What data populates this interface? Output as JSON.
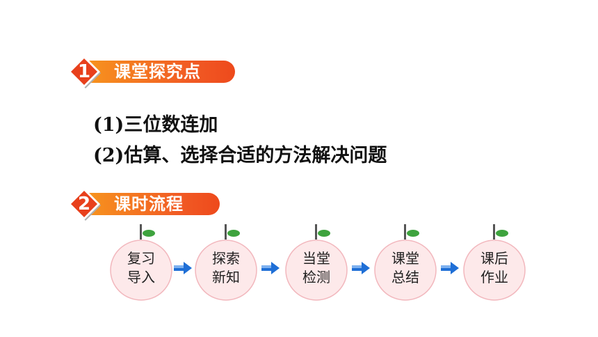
{
  "sections": [
    {
      "number": "1",
      "title": "课堂探究点"
    },
    {
      "number": "2",
      "title": "课时流程"
    }
  ],
  "points": [
    "(1)三位数连加",
    "(2)估算、选择合适的方法解决问题"
  ],
  "flow_steps": [
    {
      "line1": "复习",
      "line2": "导入"
    },
    {
      "line1": "探索",
      "line2": "新知"
    },
    {
      "line1": "当堂",
      "line2": "检测"
    },
    {
      "line1": "课堂",
      "line2": "总结"
    },
    {
      "line1": "课后",
      "line2": "作业"
    }
  ],
  "colors": {
    "accent_orange": "#f15a24",
    "diamond_red": "#e8401c",
    "fruit_fill": "#fde9ea",
    "fruit_border": "#f2b7bd",
    "leaf_green": "#3ea33e",
    "arrow_blue": "#1f6fd6"
  },
  "icons": {
    "fruit": "peach-fruit-icon",
    "arrow": "right-arrow-icon"
  }
}
